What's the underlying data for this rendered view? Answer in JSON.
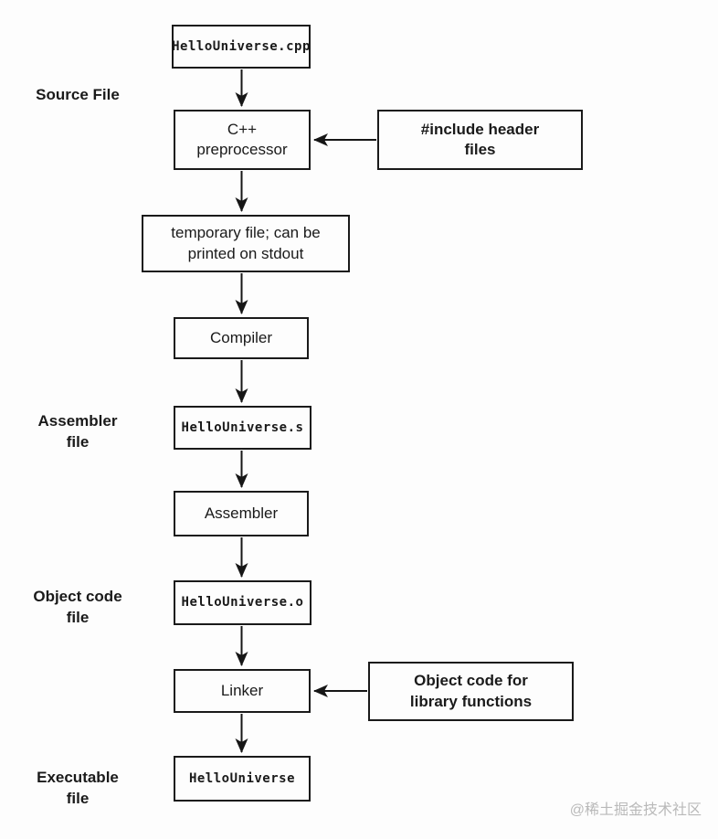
{
  "diagram": {
    "title_hint": "C++ build pipeline flowchart",
    "colors": {
      "background": "#fdfdfd",
      "line": "#161616",
      "box_border": "#1a1a1a",
      "text": "#1a1a1a",
      "watermark": "#b9b9b9"
    },
    "nodes": {
      "source_file": {
        "label": "HelloUniverse.cpp"
      },
      "preprocessor": {
        "label": "C++\npreprocessor"
      },
      "temp_file": {
        "label": "temporary file; can be\nprinted on stdout"
      },
      "compiler": {
        "label": "Compiler"
      },
      "assembler_output": {
        "label": "HelloUniverse.s"
      },
      "assembler": {
        "label": "Assembler"
      },
      "object_file": {
        "label": "HelloUniverse.o"
      },
      "linker": {
        "label": "Linker"
      },
      "executable": {
        "label": "HelloUniverse"
      },
      "include_headers": {
        "label": "#include header\nfiles"
      },
      "library_object": {
        "label": "Object code for\nlibrary functions"
      }
    },
    "side_labels": {
      "source": {
        "text": "Source File"
      },
      "assembler": {
        "text": "Assembler\nfile"
      },
      "object": {
        "text": "Object code\nfile"
      },
      "executable": {
        "text": "Executable\nfile"
      }
    },
    "watermark": "@稀土掘金技术社区"
  }
}
